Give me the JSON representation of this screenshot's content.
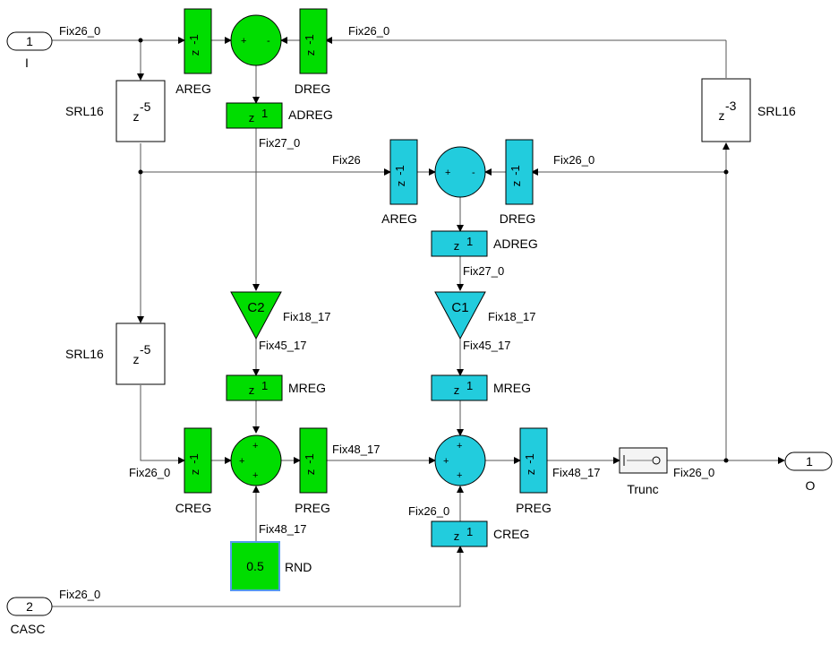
{
  "ports": {
    "in_i": {
      "num": "1",
      "name": "I"
    },
    "in_casc": {
      "num": "2",
      "name": "CASC"
    },
    "out_o": {
      "num": "1",
      "name": "O"
    }
  },
  "signals": {
    "fix26_0": "Fix26_0",
    "fix26": "Fix26",
    "fix27_0": "Fix27_0",
    "fix18_17": "Fix18_17",
    "fix45_17": "Fix45_17",
    "fix48_17": "Fix48_17"
  },
  "blocks": {
    "areg": "AREG",
    "dreg": "DREG",
    "adreg": "ADREG",
    "mreg": "MREG",
    "creg": "CREG",
    "preg": "PREG",
    "srl16": "SRL16",
    "rnd": "RND",
    "rnd_value": "0.5",
    "trunc": "Trunc",
    "gain_c1": "C1",
    "gain_c2": "C2"
  },
  "delay_text": {
    "z": "z",
    "minus1": "-1",
    "plus1": "1",
    "minus5": "-5",
    "minus3": "-3"
  },
  "sum_signs": {
    "plus": "+",
    "minus": "-"
  },
  "colors": {
    "green": "#00dd00",
    "cyan": "#22ccdd",
    "wire": "#555555",
    "rnd_border": "#5599ee"
  }
}
